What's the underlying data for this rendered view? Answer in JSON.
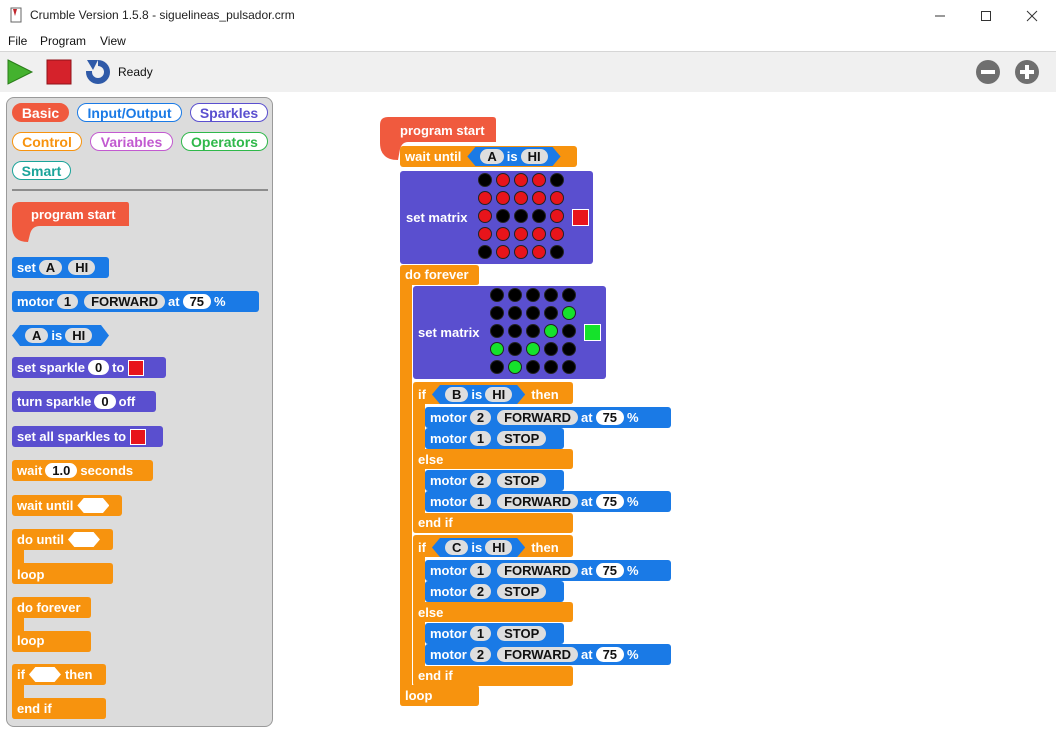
{
  "window": {
    "title": "Crumble Version 1.5.8 - siguelineas_pulsador.crm",
    "minimize": "—",
    "maximize": "☐",
    "close": "✕"
  },
  "menu": [
    "File",
    "Program",
    "View"
  ],
  "toolbar": {
    "status": "Ready"
  },
  "palette": {
    "categories": [
      "Basic",
      "Input/Output",
      "Sparkles",
      "Control",
      "Variables",
      "Operators",
      "Smart"
    ],
    "blocks": {
      "program_start": "program start",
      "set": "set",
      "set_pin": "A",
      "set_val": "HI",
      "motor": "motor",
      "motor_num": "1",
      "motor_dir": "FORWARD",
      "motor_at": "at",
      "motor_speed": "75",
      "motor_pct": "%",
      "cond_pin": "A",
      "cond_is": "is",
      "cond_val": "HI",
      "set_sparkle": "set sparkle",
      "sparkle_num": "0",
      "sparkle_to": "to",
      "turn_sparkle": "turn sparkle",
      "turn_num": "0",
      "turn_off": "off",
      "set_all": "set all sparkles to",
      "wait": "wait",
      "wait_val": "1.0",
      "wait_seconds": "seconds",
      "wait_until": "wait until",
      "do_until": "do until",
      "loop": "loop",
      "do_forever": "do forever",
      "if": "if",
      "then": "then",
      "end_if": "end if"
    }
  },
  "program": {
    "start": "program start",
    "wait_until": "wait until",
    "wu_pin": "A",
    "wu_is": "is",
    "wu_val": "HI",
    "set_matrix": "set matrix",
    "matrix1": [
      "k",
      "r",
      "r",
      "r",
      "k",
      "r",
      "r",
      "r",
      "r",
      "r",
      "r",
      "k",
      "k",
      "k",
      "r",
      "r",
      "r",
      "r",
      "r",
      "r",
      "k",
      "r",
      "r",
      "r",
      "k"
    ],
    "matrix1_color": "#e8141b",
    "do_forever": "do forever",
    "matrix2": [
      "k",
      "k",
      "k",
      "k",
      "k",
      "k",
      "k",
      "k",
      "k",
      "g",
      "k",
      "k",
      "k",
      "g",
      "k",
      "g",
      "k",
      "g",
      "k",
      "k",
      "k",
      "g",
      "k",
      "k",
      "k"
    ],
    "matrix2_color": "#15e22b",
    "if1": {
      "if": "if",
      "pin": "B",
      "is": "is",
      "val": "HI",
      "then": "then",
      "m1": {
        "label": "motor",
        "num": "2",
        "dir": "FORWARD",
        "at": "at",
        "speed": "75",
        "pct": "%"
      },
      "m2": {
        "label": "motor",
        "num": "1",
        "dir": "STOP"
      },
      "else": "else",
      "m3": {
        "label": "motor",
        "num": "2",
        "dir": "STOP"
      },
      "m4": {
        "label": "motor",
        "num": "1",
        "dir": "FORWARD",
        "at": "at",
        "speed": "75",
        "pct": "%"
      },
      "end": "end if"
    },
    "if2": {
      "if": "if",
      "pin": "C",
      "is": "is",
      "val": "HI",
      "then": "then",
      "m1": {
        "label": "motor",
        "num": "1",
        "dir": "FORWARD",
        "at": "at",
        "speed": "75",
        "pct": "%"
      },
      "m2": {
        "label": "motor",
        "num": "2",
        "dir": "STOP"
      },
      "else": "else",
      "m3": {
        "label": "motor",
        "num": "1",
        "dir": "STOP"
      },
      "m4": {
        "label": "motor",
        "num": "2",
        "dir": "FORWARD",
        "at": "at",
        "speed": "75",
        "pct": "%"
      },
      "end": "end if"
    },
    "loop": "loop"
  },
  "colors": {
    "red_dot": "#e8141b",
    "green_dot": "#15e22b",
    "off_dot": "#000000",
    "blue": "#1a7ae6",
    "orange": "#f7930e",
    "purple": "#5a4fcf",
    "hat": "#f05a3e"
  }
}
